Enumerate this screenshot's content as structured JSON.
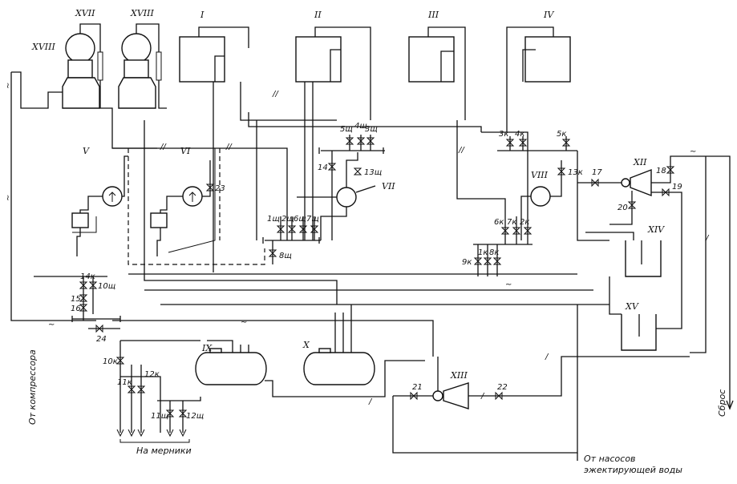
{
  "units": {
    "tanks": [
      "I",
      "II",
      "III",
      "IV"
    ],
    "compressors": [
      "XVII",
      "XVIII"
    ],
    "pumps": [
      "V",
      "VI",
      "VII",
      "VIII"
    ],
    "vessels": [
      "IX",
      "X"
    ],
    "ejectors": [
      "XII",
      "XIII"
    ],
    "separators": [
      "XIV",
      "XV"
    ],
    "line_label": "XVIII"
  },
  "valves": {
    "top_group_1": [
      "5щ",
      "4щ",
      "3щ"
    ],
    "top_group_2": [
      "3к",
      "4к",
      "5к"
    ],
    "mid_group_1": [
      "1щ",
      "2щ",
      "6щ",
      "7щ"
    ],
    "mid_group_2": [
      "6к",
      "7к",
      "2к"
    ],
    "low_group_2": [
      "9к",
      "1к",
      "8к"
    ],
    "left_group": [
      "14к",
      "10щ",
      "15",
      "16"
    ],
    "single": {
      "v14": "14",
      "v13sch": "13щ",
      "v13k": "13к",
      "v8sch": "8щ",
      "v17": "17",
      "v18": "18",
      "v19": "19",
      "v20": "20",
      "v24": "24",
      "v21": "21",
      "v22": "22",
      "v10k": "10к",
      "v11k": "11к",
      "v12k": "12к",
      "v11sch": "11щ",
      "v12sch": "12щ",
      "v23": "23"
    }
  },
  "notes": {
    "from_compressor": "От компрессора",
    "to_meters": "На мерники",
    "from_pumps_line1": "От насосов",
    "from_pumps_line2": "эжектирующей воды",
    "discharge": "Сброс"
  },
  "marks": {
    "slash": "/",
    "double_slash": "//",
    "tilde": "~",
    "wave": "≀"
  }
}
